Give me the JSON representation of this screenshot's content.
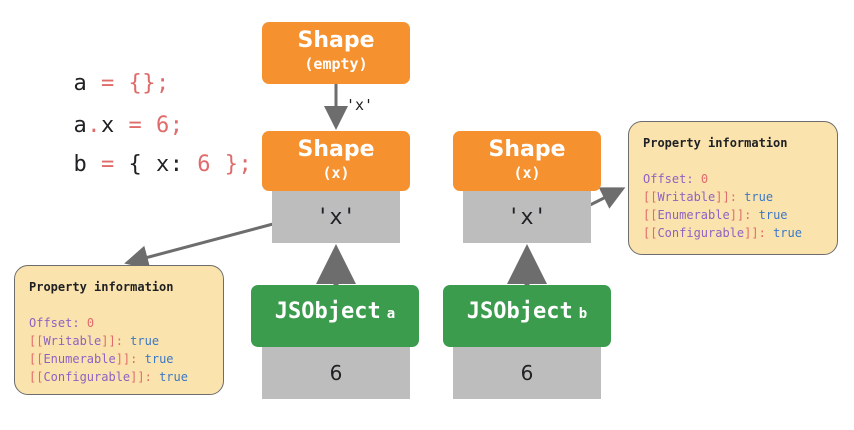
{
  "code": {
    "line1": {
      "var": "a",
      "op": "=",
      "rest": "{};"
    },
    "line2": {
      "lhs": "a",
      "dot": ".",
      "prop": "x",
      "op": "=",
      "val": "6",
      "end": ";"
    },
    "line3": {
      "var": "b",
      "op": "=",
      "open": "{ x:",
      "val": "6",
      "close": "};"
    }
  },
  "shape_empty": {
    "title": "Shape",
    "subtitle": "(empty)"
  },
  "transition_label": "'x'",
  "shape_x_left": {
    "title": "Shape",
    "subtitle": "(x)",
    "slot": "'x'"
  },
  "shape_x_right": {
    "title": "Shape",
    "subtitle": "(x)",
    "slot": "'x'"
  },
  "jsobject_a": {
    "name": "JSObject",
    "var": "a",
    "value": "6"
  },
  "jsobject_b": {
    "name": "JSObject",
    "var": "b",
    "value": "6"
  },
  "info_left": {
    "title": "Property information",
    "offset_key": "Offset:",
    "offset_val": "0",
    "attrs": [
      {
        "open": "[[",
        "name": "Writable",
        "close": "]]:",
        "value": "true"
      },
      {
        "open": "[[",
        "name": "Enumerable",
        "close": "]]:",
        "value": "true"
      },
      {
        "open": "[[",
        "name": "Configurable",
        "close": "]]:",
        "value": "true"
      }
    ]
  },
  "info_right": {
    "title": "Property information",
    "offset_key": "Offset:",
    "offset_val": "0",
    "attrs": [
      {
        "open": "[[",
        "name": "Writable",
        "close": "]]:",
        "value": "true"
      },
      {
        "open": "[[",
        "name": "Enumerable",
        "close": "]]:",
        "value": "true"
      },
      {
        "open": "[[",
        "name": "Configurable",
        "close": "]]:",
        "value": "true"
      }
    ]
  },
  "colors": {
    "shape": "#f5912f",
    "jsobject": "#3c9c4e",
    "slot": "#bdbdbd",
    "info": "#fbe3ae",
    "arrow": "#6d6d6d"
  }
}
